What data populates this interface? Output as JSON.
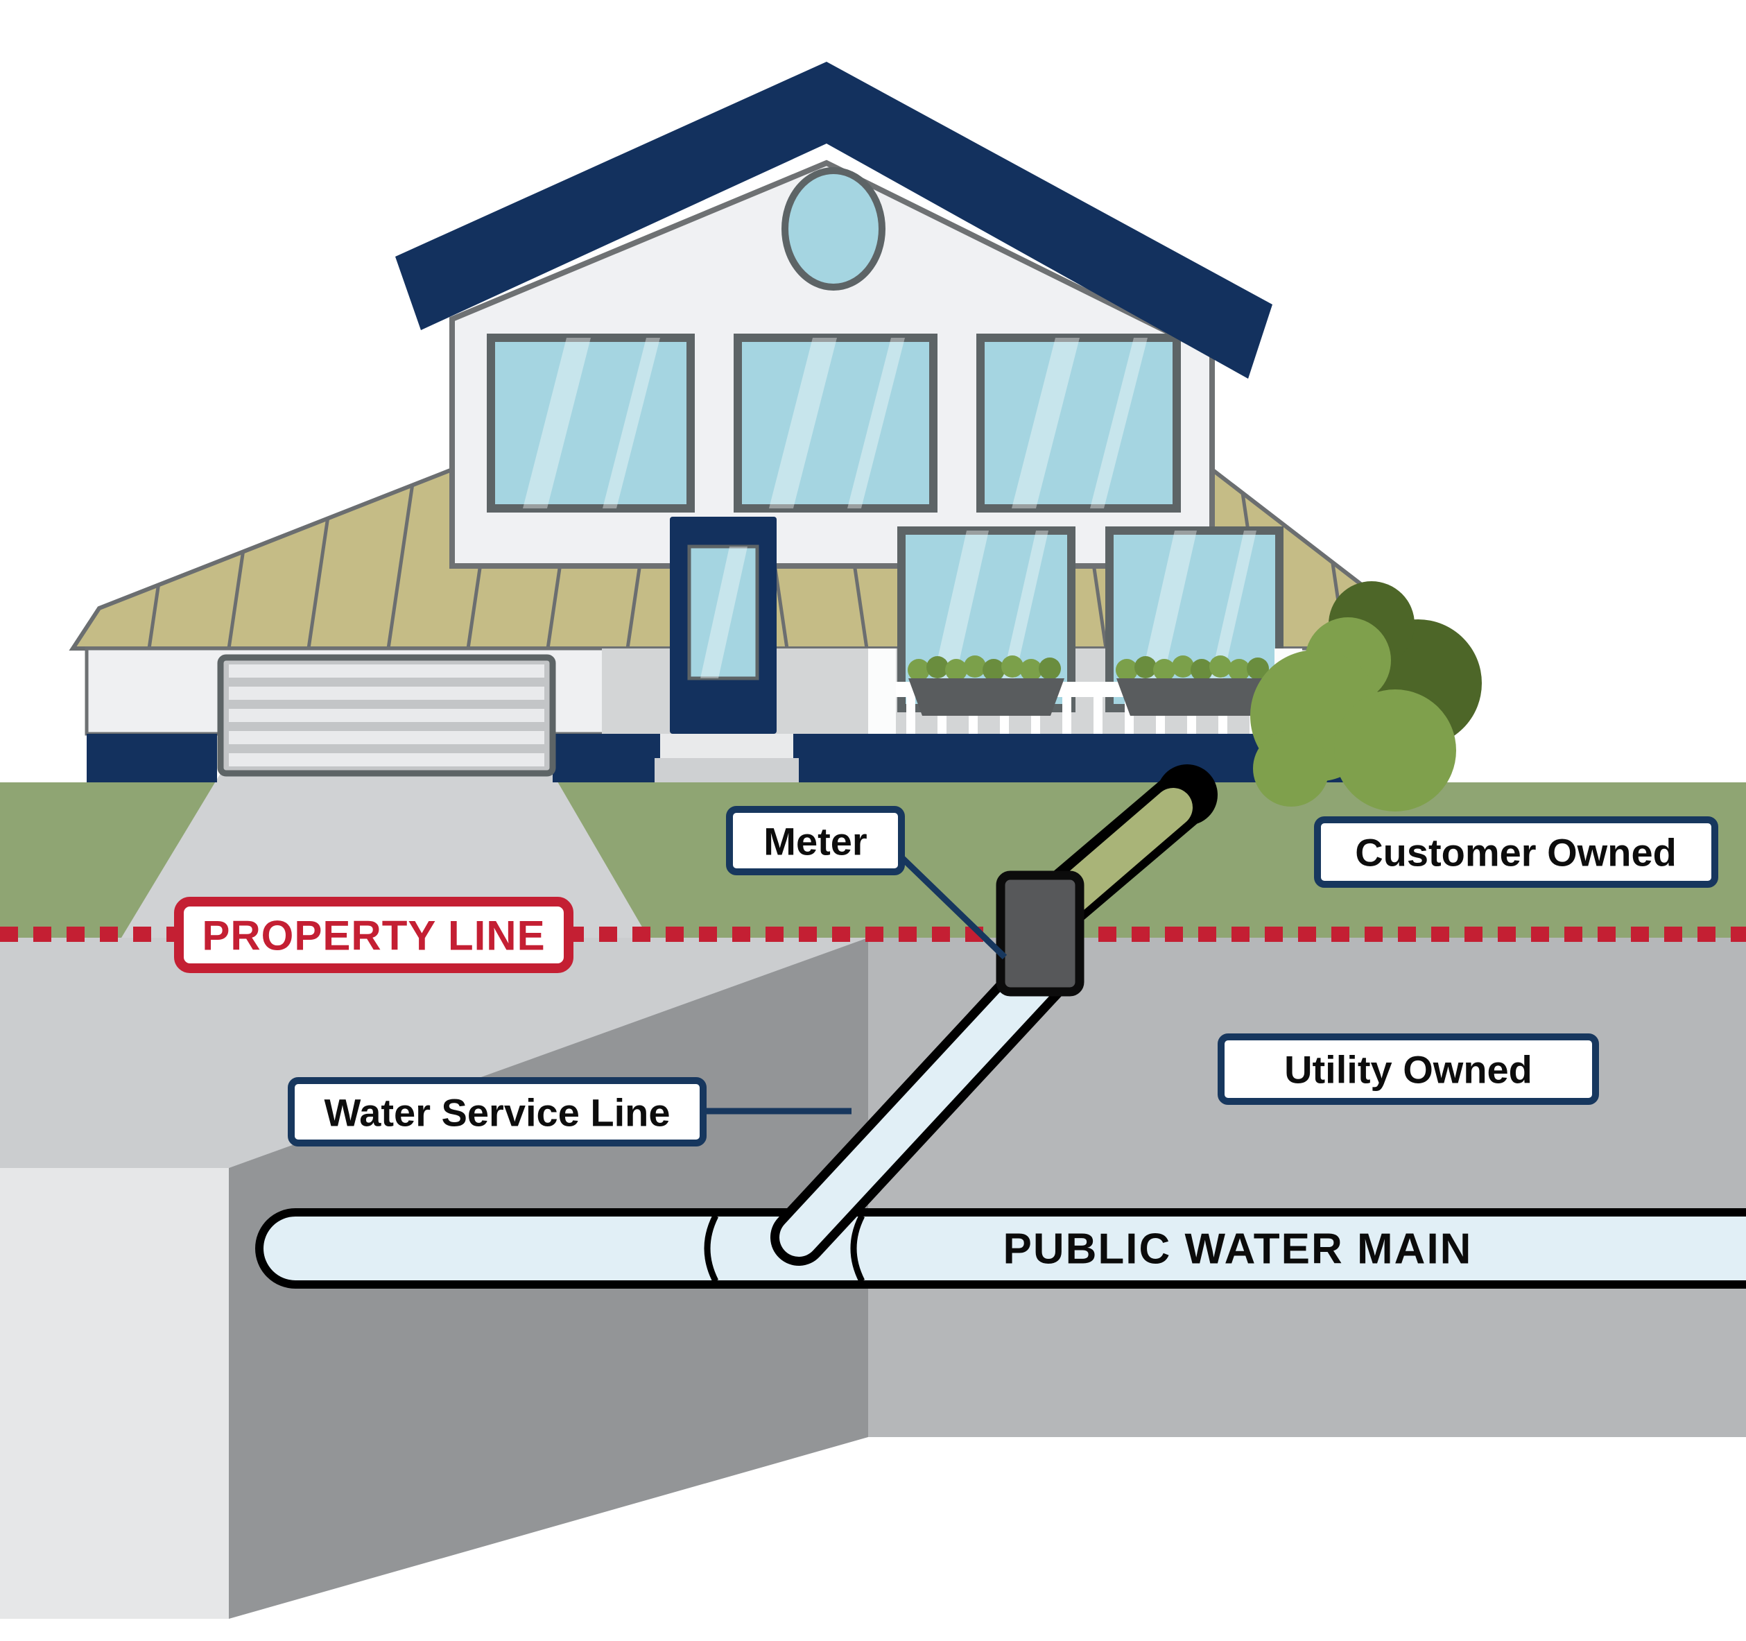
{
  "labels": {
    "meter": "Meter",
    "customer_owned": "Customer Owned",
    "property_line": "PROPERTY LINE",
    "water_service_line": "Water Service Line",
    "utility_owned": "Utility Owned",
    "public_water_main": "PUBLIC WATER MAIN"
  },
  "colors": {
    "navy": "#13315e",
    "label_border_navy": "#17375e",
    "line_red": "#c41f33",
    "grass_green": "#8fa573",
    "roof_tan": "#c5bc86",
    "wall_light": "#eff0f2",
    "wall_mid": "#d3d5d6",
    "window_glass": "#a5d5e1",
    "garage_door_gray": "#c3c5c7",
    "driveway_gray": "#d0d2d4",
    "soil_under_house": "#cbcdcf",
    "soil_utility": "#b5b7b9",
    "trench_dark": "#939597",
    "trench_side_light": "#e6e7e8",
    "pipe_water_blue": "#e1eff6",
    "pipe_customer_olive": "#a9b478",
    "meter_gray": "#57585a",
    "bush_green": "#7fa04c",
    "bush_dark_green": "#4d6628"
  }
}
